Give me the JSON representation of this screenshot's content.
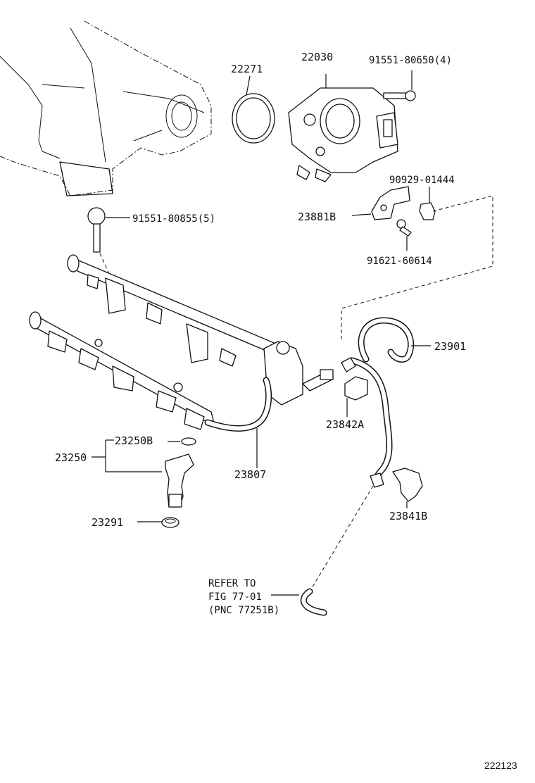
{
  "labels": {
    "p22271": "22271",
    "p22030": "22030",
    "p91551_80650": "91551-80650(4)",
    "p90929_01444": "90929-01444",
    "p23881b": "23881B",
    "p91621_60614": "91621-60614",
    "p91551_80855": "91551-80855(5)",
    "p23901": "23901",
    "p23842a": "23842A",
    "p23250b": "23250B",
    "p23250": "23250",
    "p23807": "23807",
    "p23841b": "23841B",
    "p23291": "23291",
    "refer_line1": "REFER TO",
    "refer_line2": "FIG 77-01",
    "refer_line3": "(PNC 77251B)"
  },
  "diagram_id": "222123"
}
